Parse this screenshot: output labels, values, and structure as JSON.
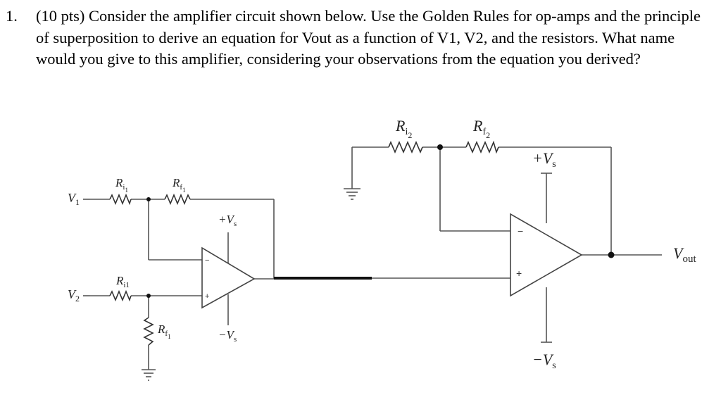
{
  "problem": {
    "number": "1.",
    "text": "(10 pts) Consider the amplifier circuit shown below. Use the Golden Rules for op-amps and the principle of superposition to derive an equation for Vout as a function of V1, V2, and the resistors. What name would you give to this amplifier, considering your observations from the equation you derived?"
  },
  "circuit": {
    "inputs": {
      "v1": {
        "main": "V",
        "sub": "1"
      },
      "v2": {
        "main": "V",
        "sub": "2"
      }
    },
    "resistors": {
      "ri1_top": {
        "main": "R",
        "sub": "i",
        "subsub": "1"
      },
      "rf1_top": {
        "main": "R",
        "sub": "f",
        "subsub": "1"
      },
      "ri1_bottom": {
        "main": "R",
        "sub": "i1"
      },
      "rf1_bottom": {
        "main": "R",
        "sub": "f",
        "subsub": "1"
      },
      "ri2": {
        "main": "R",
        "sub": "i",
        "subsub": "2"
      },
      "rf2": {
        "main": "R",
        "sub": "f",
        "subsub": "2"
      }
    },
    "supplies": {
      "opamp1_pos": {
        "main": "+V",
        "sub": "s"
      },
      "opamp1_neg": {
        "main": "−V",
        "sub": "s"
      },
      "opamp2_pos": {
        "main": "+V",
        "sub": "s"
      },
      "opamp2_neg": {
        "main": "−V",
        "sub": "s"
      }
    },
    "pins": {
      "minus": "−",
      "plus": "+"
    },
    "output": {
      "main": "V",
      "sub": "out"
    }
  }
}
